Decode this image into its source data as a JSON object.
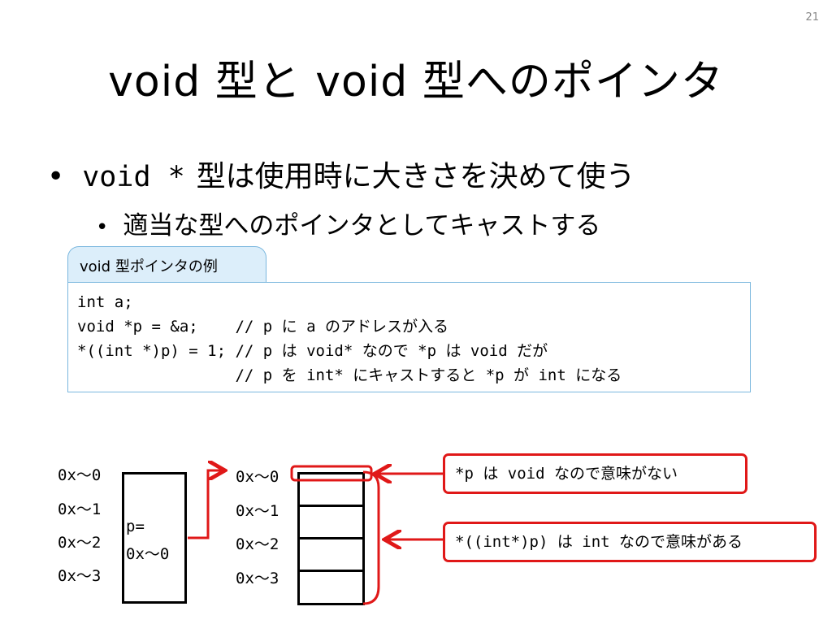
{
  "page_number": "21",
  "title": "void 型と void 型へのポインタ",
  "bullet1": {
    "code": "void *",
    "text": "型は使用時に大きさを決めて使う"
  },
  "bullet2": {
    "text": "適当な型へのポインタとしてキャストする"
  },
  "example": {
    "tab_label": "void 型ポインタの例",
    "lines": [
      {
        "code": "int a;",
        "comment": ""
      },
      {
        "code": "void *p = &a;    ",
        "comment": "// p に a のアドレスが入る"
      },
      {
        "code": "*((int *)p) = 1; ",
        "comment": "// p は void* なので *p は void だが"
      },
      {
        "code": "                 ",
        "comment": "// p を int* にキャストすると *p が int になる"
      }
    ]
  },
  "diagram": {
    "left_addresses": [
      "0x～0",
      "0x～1",
      "0x～2",
      "0x～3"
    ],
    "p_label_line1": "p=",
    "p_label_line2": "0x～0",
    "right_addresses": [
      "0x～0",
      "0x～1",
      "0x～2",
      "0x～3"
    ],
    "callout_void": "*p は void なので意味がない",
    "callout_int": "*((int*)p) は int なので意味がある",
    "accent_color": "#e01818"
  }
}
